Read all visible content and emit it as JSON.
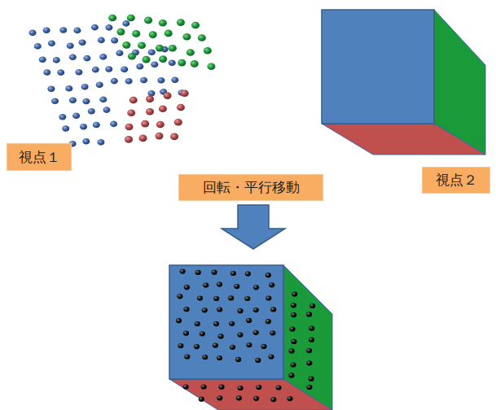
{
  "diagram": {
    "nodes": [
      {
        "text": [
          "視点１"
        ]
      },
      {
        "text": [
          "視点２"
        ]
      },
      {
        "text": [
          "回転・平行移動"
        ]
      }
    ]
  }
}
